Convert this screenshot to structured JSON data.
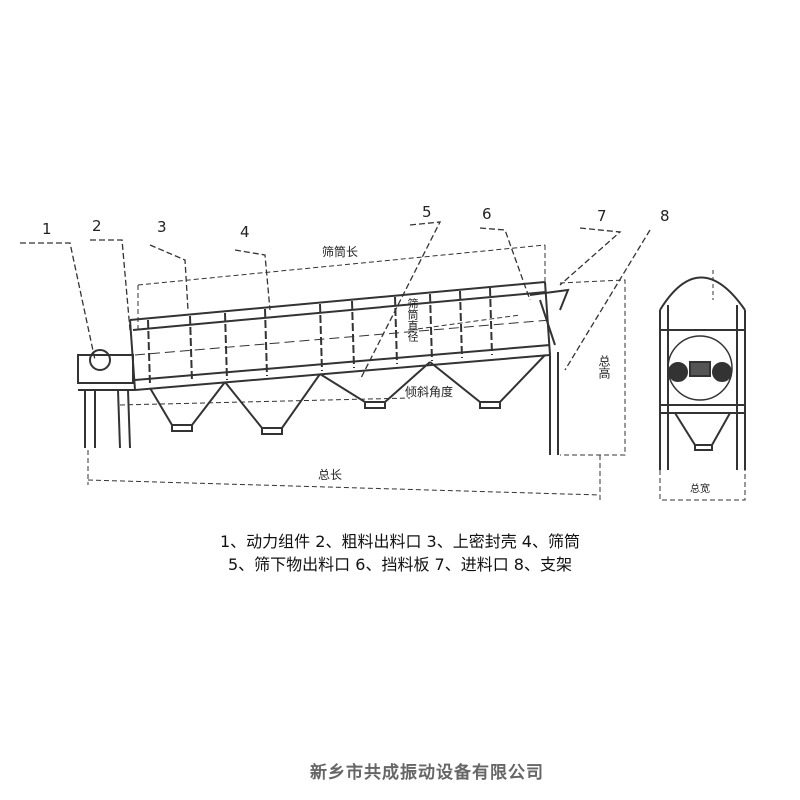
{
  "callouts": [
    "1",
    "2",
    "3",
    "4",
    "5",
    "6",
    "7",
    "8"
  ],
  "dimensions": {
    "drum_length": "筛筒长",
    "drum_diameter": "筛筒直径",
    "tilt_angle": "倾斜角度",
    "total_length": "总长",
    "total_height": "总高",
    "total_width": "总宽"
  },
  "legend": {
    "line1": "1、动力组件  2、粗料出料口  3、上密封壳  4、筛筒",
    "line2": "5、筛下物出料口  6、挡料板  7、进料口  8、支架"
  },
  "company": "新乡市共成振动设备有限公司"
}
